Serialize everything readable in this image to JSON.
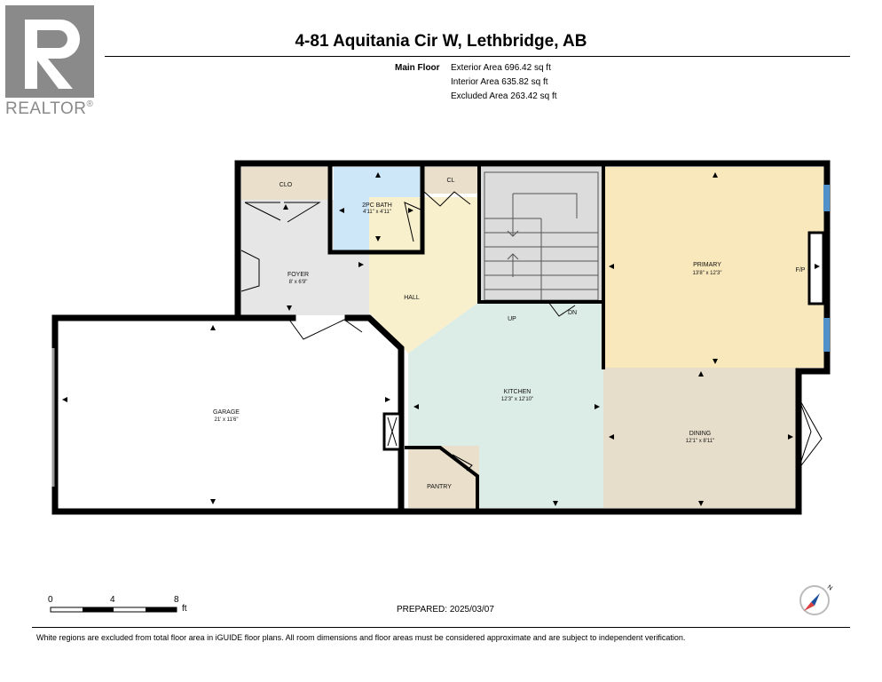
{
  "brand": {
    "logo_text": "REALTOR",
    "registered": "®"
  },
  "title": "4-81 Aquitania Cir W, Lethbridge, AB",
  "floor": {
    "label": "Main Floor",
    "exterior_area": "Exterior Area 696.42 sq ft",
    "interior_area": "Interior Area 635.82 sq ft",
    "excluded_area": "Excluded Area 263.42 sq ft"
  },
  "rooms": {
    "clo": {
      "name": "CLO"
    },
    "bath": {
      "name": "2PC BATH",
      "dims": "4'11\" x 4'11\""
    },
    "cl": {
      "name": "CL"
    },
    "foyer": {
      "name": "FOYER",
      "dims": "8' x 6'9\""
    },
    "hall": {
      "name": "HALL"
    },
    "primary": {
      "name": "PRIMARY",
      "dims": "13'8\" x 12'3\""
    },
    "fp": {
      "name": "F/P"
    },
    "garage": {
      "name": "GARAGE",
      "dims": "21' x 11'6\""
    },
    "kitchen": {
      "name": "KITCHEN",
      "dims": "12'3\" x 12'10\""
    },
    "dining": {
      "name": "DINING",
      "dims": "12'1\" x 8'11\""
    },
    "pantry": {
      "name": "PANTRY"
    }
  },
  "stairs": {
    "up": "UP",
    "down": "DN"
  },
  "scale": {
    "ticks": [
      "0",
      "4",
      "8"
    ],
    "unit": "ft"
  },
  "prepared": "PREPARED:  2025/03/07",
  "footnote": "White regions are excluded from total floor area in iGUIDE floor plans. All room dimensions and floor areas must be considered approximate and are subject to independent verification.",
  "colors": {
    "kitchen": "#dcece6",
    "hall": "#f8f0cc",
    "primary": "#f9e8bb",
    "dining": "#e7ddcb",
    "foyer": "#e6e6e6",
    "bath": "#cde7f8",
    "closet": "#e9dfcb",
    "stairs": "#dcdcdc",
    "window": "#4f91c8",
    "wall": "#000000"
  },
  "icons": [
    "realtor-logo-icon",
    "compass-icon",
    "door-swing-icon",
    "fireplace-icon"
  ]
}
